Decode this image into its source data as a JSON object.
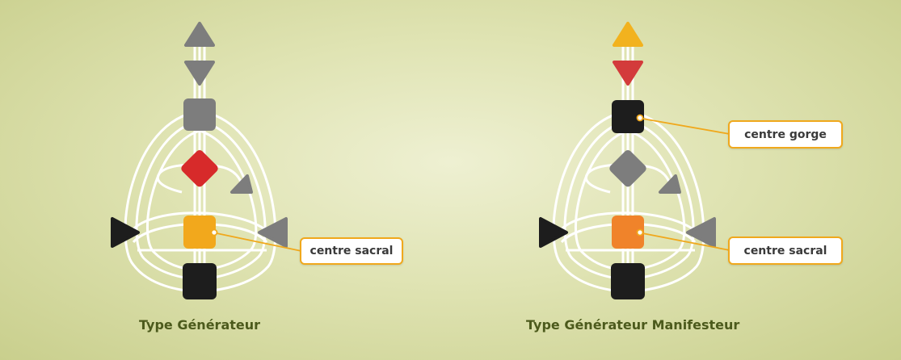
{
  "diagrams": [
    {
      "caption": "Type Générateur",
      "centers": {
        "head": "#7d7d7d",
        "ajna": "#7d7d7d",
        "throat": "#7d7d7d",
        "g": "#d72a2a",
        "heart": "#7d7d7d",
        "spleen": "#1d1d1d",
        "sacral": "#f2a81c",
        "solar": "#7d7d7d",
        "root": "#1d1d1d"
      },
      "callouts": [
        {
          "label": "centre sacral"
        }
      ]
    },
    {
      "caption": "Type Générateur Manifesteur",
      "centers": {
        "head": "#f2b21e",
        "ajna": "#d33b3b",
        "throat": "#1d1d1d",
        "g": "#7d7d7d",
        "heart": "#7d7d7d",
        "spleen": "#1d1d1d",
        "sacral": "#f0832a",
        "solar": "#7d7d7d",
        "root": "#1d1d1d"
      },
      "callouts": [
        {
          "label": "centre gorge"
        },
        {
          "label": "centre sacral"
        }
      ]
    }
  ],
  "colors": {
    "callout_border": "#f0a81c",
    "channel": "#ffffff",
    "caption_text": "#4c5a1c"
  }
}
